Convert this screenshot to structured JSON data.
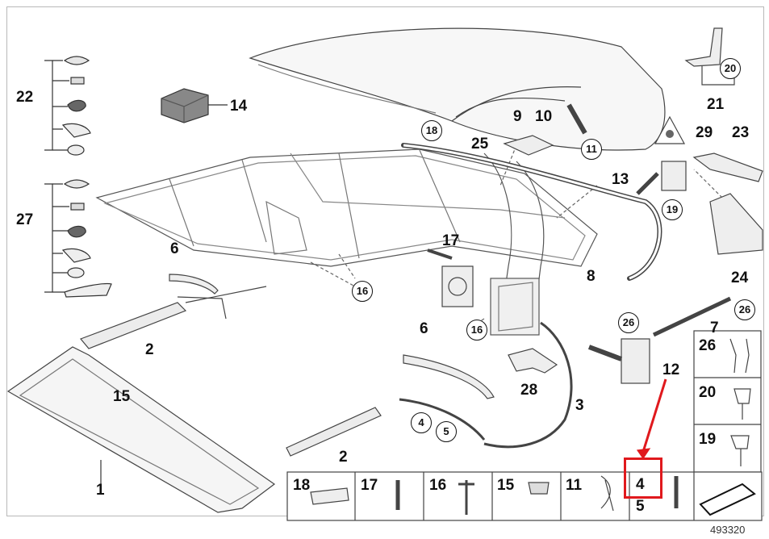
{
  "diagram": {
    "labels": {
      "l1": "1",
      "l2a": "2",
      "l2b": "2",
      "l3": "3",
      "l6a": "6",
      "l6b": "6",
      "l7": "7",
      "l8": "8",
      "l9": "9",
      "l10": "10",
      "l12": "12",
      "l13": "13",
      "l14": "14",
      "l15": "15",
      "l17": "17",
      "l21": "21",
      "l22": "22",
      "l23": "23",
      "l24": "24",
      "l25": "25",
      "l27": "27",
      "l28": "28",
      "l29": "29"
    },
    "circled": {
      "c4": "4",
      "c5": "5",
      "c11": "11",
      "c16a": "16",
      "c16b": "16",
      "c18": "18",
      "c19": "19",
      "c20": "20",
      "c26a": "26",
      "c26b": "26"
    },
    "legend_right": {
      "r26": "26",
      "r20": "20",
      "r19": "19"
    },
    "legend_bottom": {
      "b18": "18",
      "b17": "17",
      "b16": "16",
      "b15": "15",
      "b11": "11",
      "b4": "4",
      "b5": "5"
    },
    "ref_number": "493320",
    "highlight_color": "#e0191d"
  }
}
